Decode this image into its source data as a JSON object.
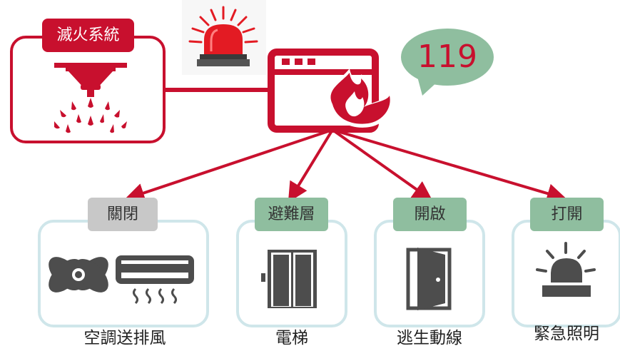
{
  "colors": {
    "red": "#c8102e",
    "alarm_red": "#e31b23",
    "gray_icon": "#4d4d4d",
    "box_border": "#cfe6ea",
    "tag_green": "#8fbe9f",
    "tag_gray": "#c8c8c8",
    "bubble_green": "#8fbe9f"
  },
  "extinguish": {
    "tag": "滅火系統",
    "icon": "sprinkler-icon"
  },
  "alarm": {
    "icon": "siren-icon"
  },
  "panel": {
    "icon": "fire-alarm-panel-icon"
  },
  "call": {
    "number": "119"
  },
  "targets": [
    {
      "tag": "關閉",
      "tag_color": "gray",
      "caption": "空調送排風",
      "icons": [
        "fan-icon",
        "air-conditioner-icon"
      ]
    },
    {
      "tag": "避難層",
      "tag_color": "green",
      "caption": "電梯",
      "icons": [
        "elevator-icon"
      ]
    },
    {
      "tag": "開啟",
      "tag_color": "green",
      "caption": "逃生動線",
      "icons": [
        "door-icon"
      ]
    },
    {
      "tag": "打開",
      "tag_color": "green",
      "caption": "緊急照明",
      "icons": [
        "emergency-light-icon"
      ]
    }
  ]
}
